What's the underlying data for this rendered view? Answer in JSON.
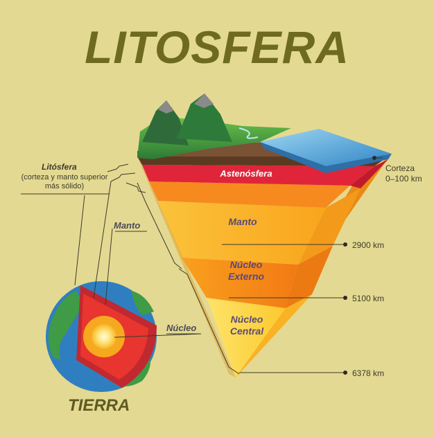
{
  "title": "LITOSFERA",
  "labels": {
    "litosfera_title": "Litósfera",
    "litosfera_desc": "(corteza y manto superior más sólido)",
    "manto": "Manto",
    "nucleo": "Núcleo",
    "tierra": "TIERRA",
    "corteza": "Corteza",
    "corteza_range": "0–100 km"
  },
  "layers": {
    "astenosfera": "Astenósfera",
    "manto": "Manto",
    "nucleo_externo_1": "Núcleo",
    "nucleo_externo_2": "Externo",
    "nucleo_central_1": "Núcleo",
    "nucleo_central_2": "Central"
  },
  "depths": [
    "2900 km",
    "5100 km",
    "6378 km"
  ],
  "colors": {
    "background": "#e4d992",
    "title": "#6e6a1f",
    "crust": "#5b3a22",
    "asthenosphere": "#e0243a",
    "mantle": "#f7a21c",
    "outer_core": "#f58a18",
    "inner_core": "#fdd43a",
    "ocean": "#4aa3d8",
    "land": "#3f9b45"
  }
}
